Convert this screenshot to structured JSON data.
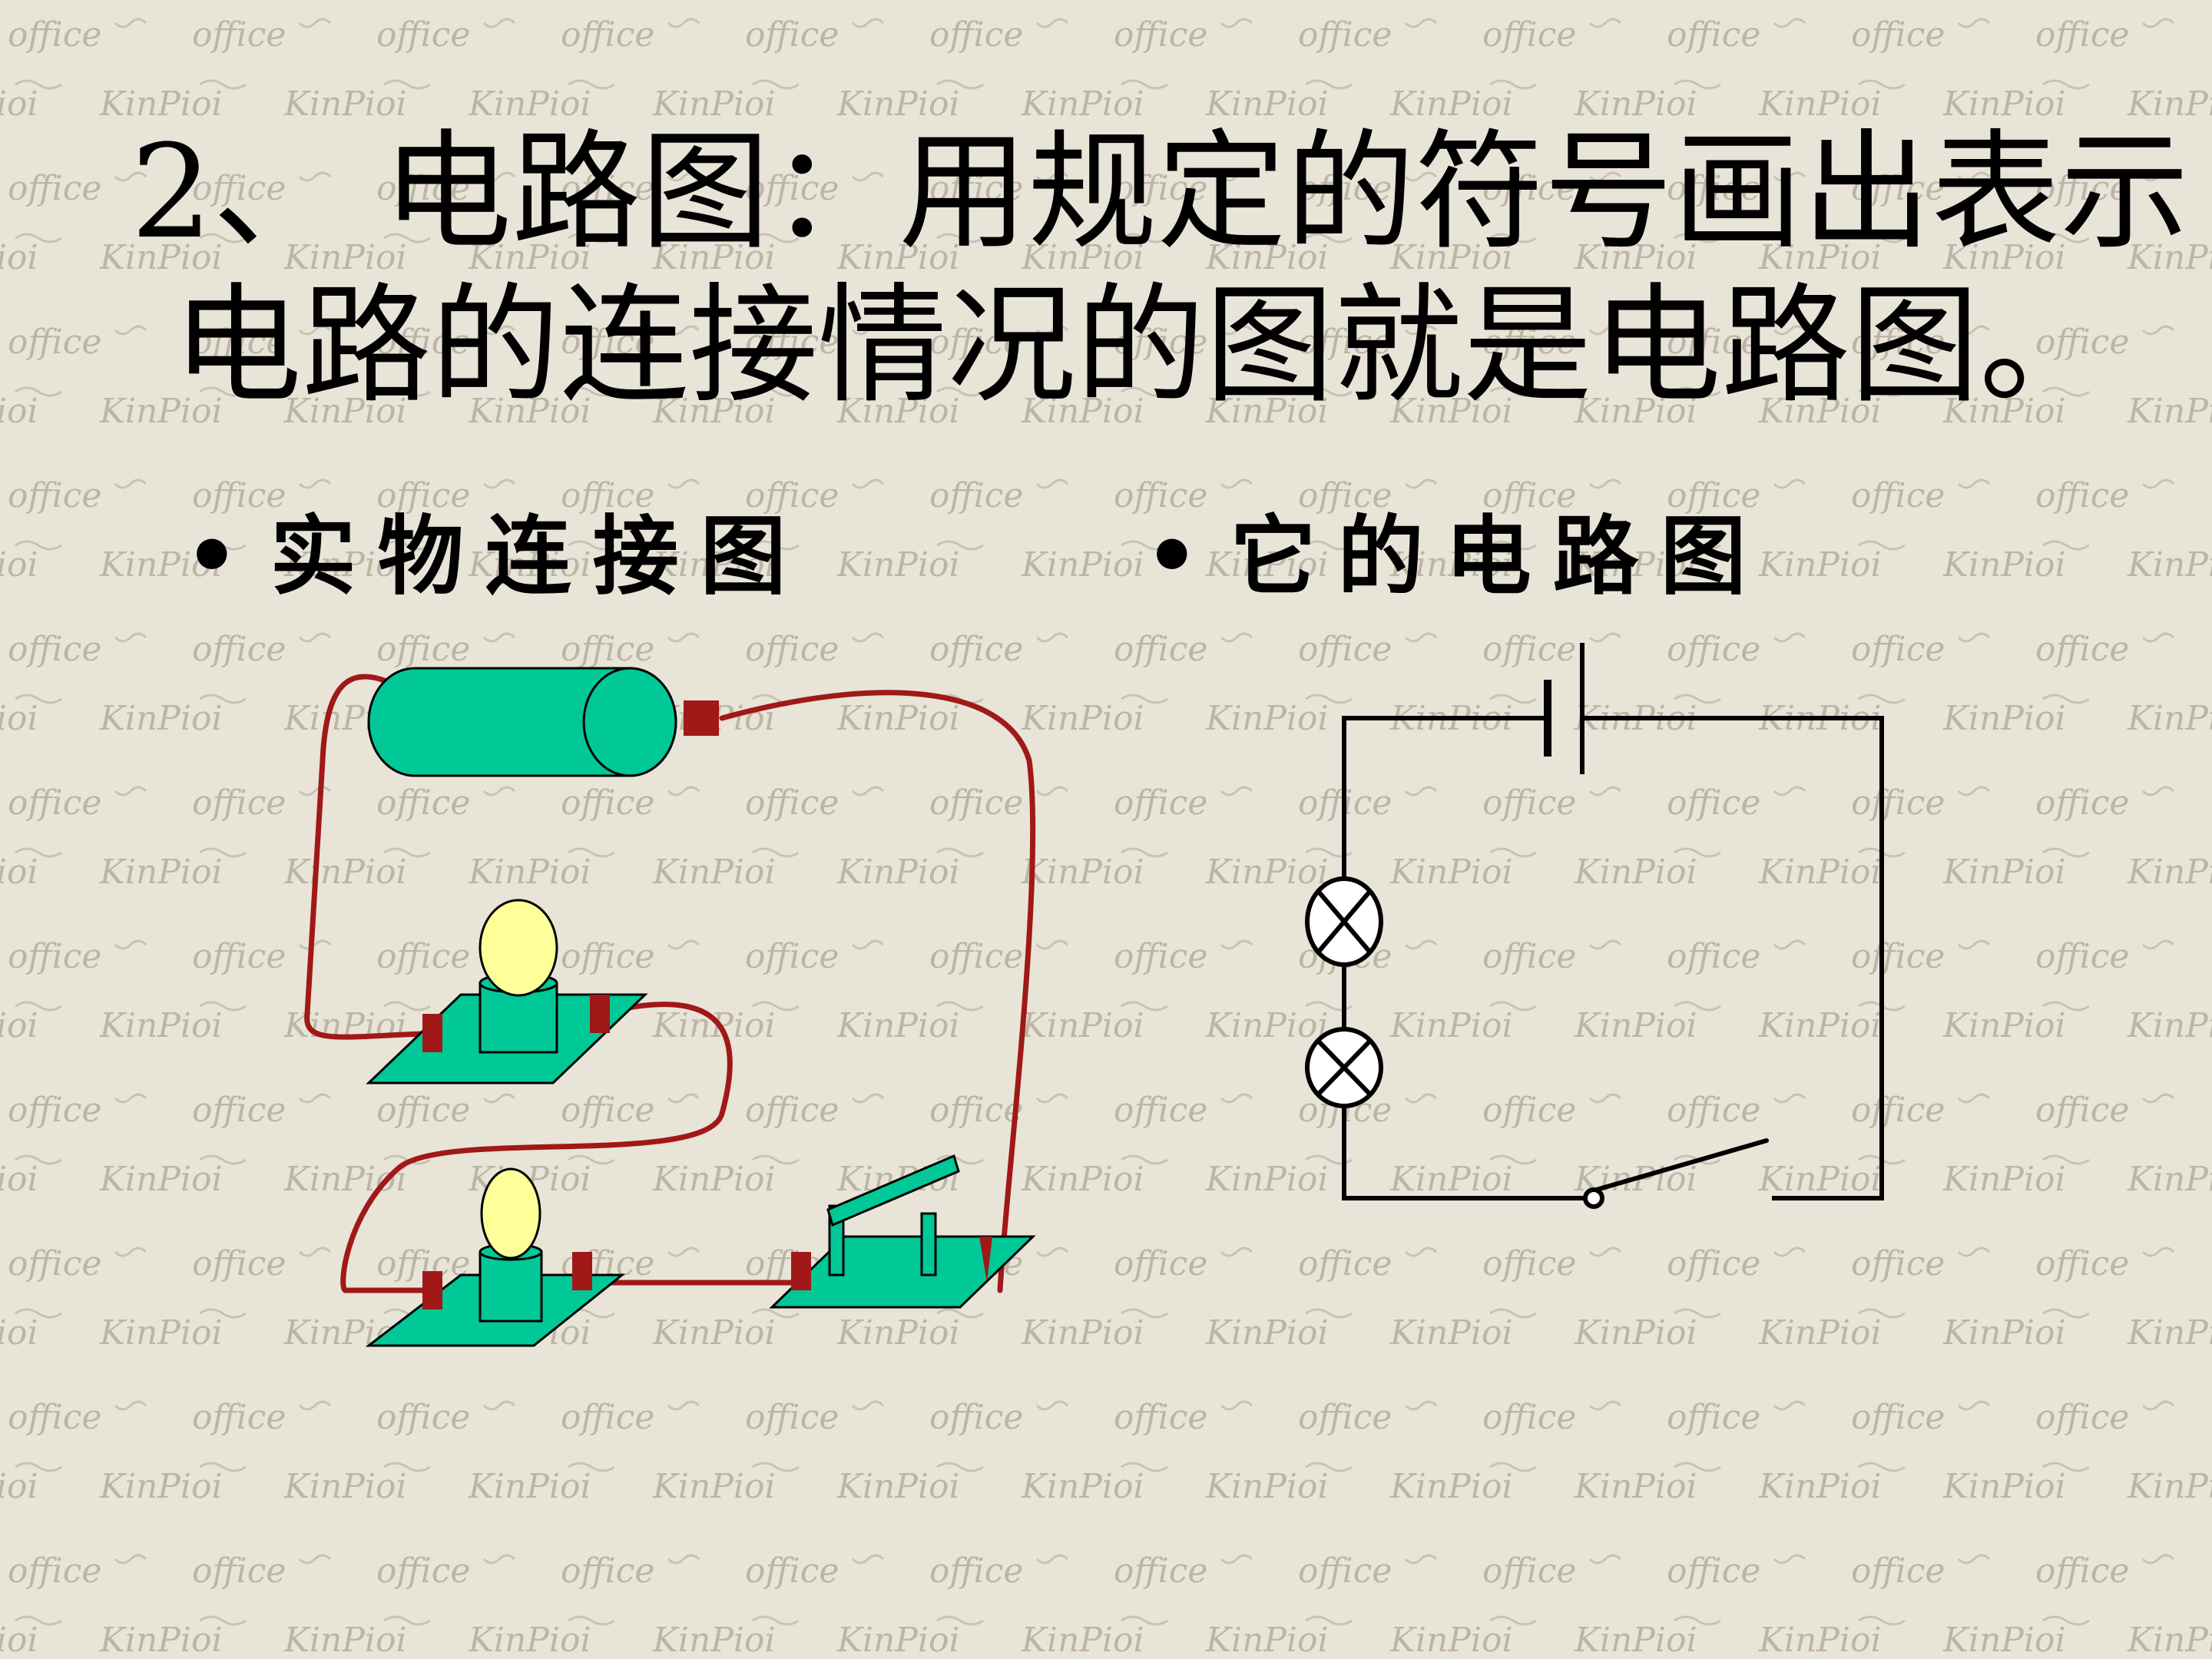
{
  "title": {
    "line1": "2、 电路图：用规定的符号画出表示",
    "line2": "电路的连接情况的图就是电路图。"
  },
  "bullets": [
    {
      "marker": "•",
      "label": "实物连接图"
    },
    {
      "marker": "•",
      "label": "它的电路图"
    }
  ],
  "background": {
    "watermark_words": [
      "office",
      "KinPioi"
    ]
  },
  "colors": {
    "background": "#e8e4d8",
    "watermark": "#b9b2a2",
    "component_fill": "#00c896",
    "terminal": "#a01818",
    "wire": "#a01818",
    "bulb_glass": "#ffff99",
    "schematic_line": "#000000"
  },
  "icons": {
    "battery": "battery-icon",
    "bulb": "light-bulb-icon",
    "switch": "knife-switch-icon",
    "lamp_symbol": "lamp-symbol-icon",
    "cell_symbol": "cell-symbol-icon",
    "switch_symbol": "switch-symbol-icon"
  }
}
